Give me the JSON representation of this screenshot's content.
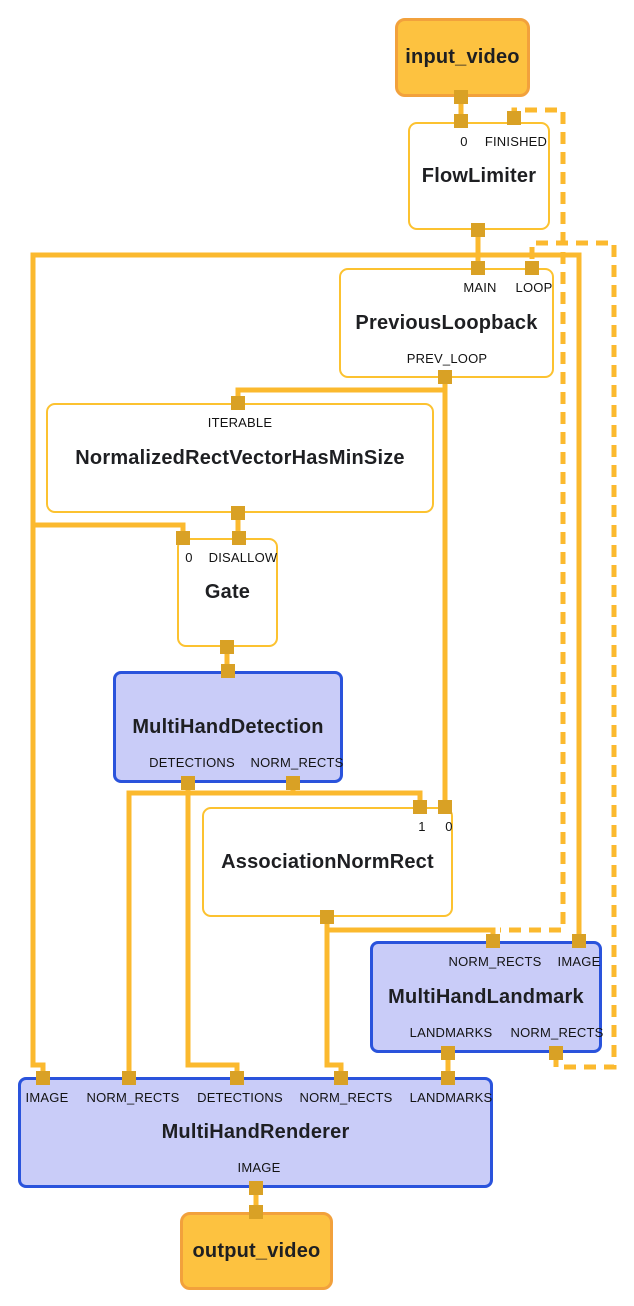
{
  "graph": {
    "kind": "mediapipe-graph-visualization",
    "colors": {
      "background": "#FFFFFF",
      "edge": "#FBB92E",
      "port": "#D9A125",
      "calculator_fill": "#FFFFFF",
      "calculator_border": "#FCC230",
      "subgraph_fill": "#C9CCF8",
      "subgraph_border": "#2A53DC",
      "stream_fill": "#FDC240",
      "stream_border": "#F2A13C",
      "text": "#1E1F22"
    },
    "nodes": {
      "input_video": {
        "title": "input_video"
      },
      "flow_limiter": {
        "title": "FlowLimiter",
        "in0": "0",
        "in1": "FINISHED"
      },
      "previous_loopback": {
        "title": "PreviousLoopback",
        "in0": "MAIN",
        "in1": "LOOP",
        "out0": "PREV_LOOP"
      },
      "normalized_rect_vector_has_min_size": {
        "title": "NormalizedRectVectorHasMinSize",
        "in0": "ITERABLE"
      },
      "gate": {
        "title": "Gate",
        "in0": "0",
        "in1": "DISALLOW"
      },
      "multi_hand_detection": {
        "title": "MultiHandDetection",
        "out0": "DETECTIONS",
        "out1": "NORM_RECTS"
      },
      "association_norm_rect": {
        "title": "AssociationNormRect",
        "in0": "1",
        "in1": "0"
      },
      "multi_hand_landmark": {
        "title": "MultiHandLandmark",
        "in0": "NORM_RECTS",
        "in1": "IMAGE",
        "out0": "LANDMARKS",
        "out1": "NORM_RECTS"
      },
      "multi_hand_renderer": {
        "title": "MultiHandRenderer",
        "in0": "IMAGE",
        "in1": "NORM_RECTS",
        "in2": "DETECTIONS",
        "in3": "NORM_RECTS",
        "in4": "LANDMARKS",
        "out0": "IMAGE"
      },
      "output_video": {
        "title": "output_video"
      }
    }
  }
}
